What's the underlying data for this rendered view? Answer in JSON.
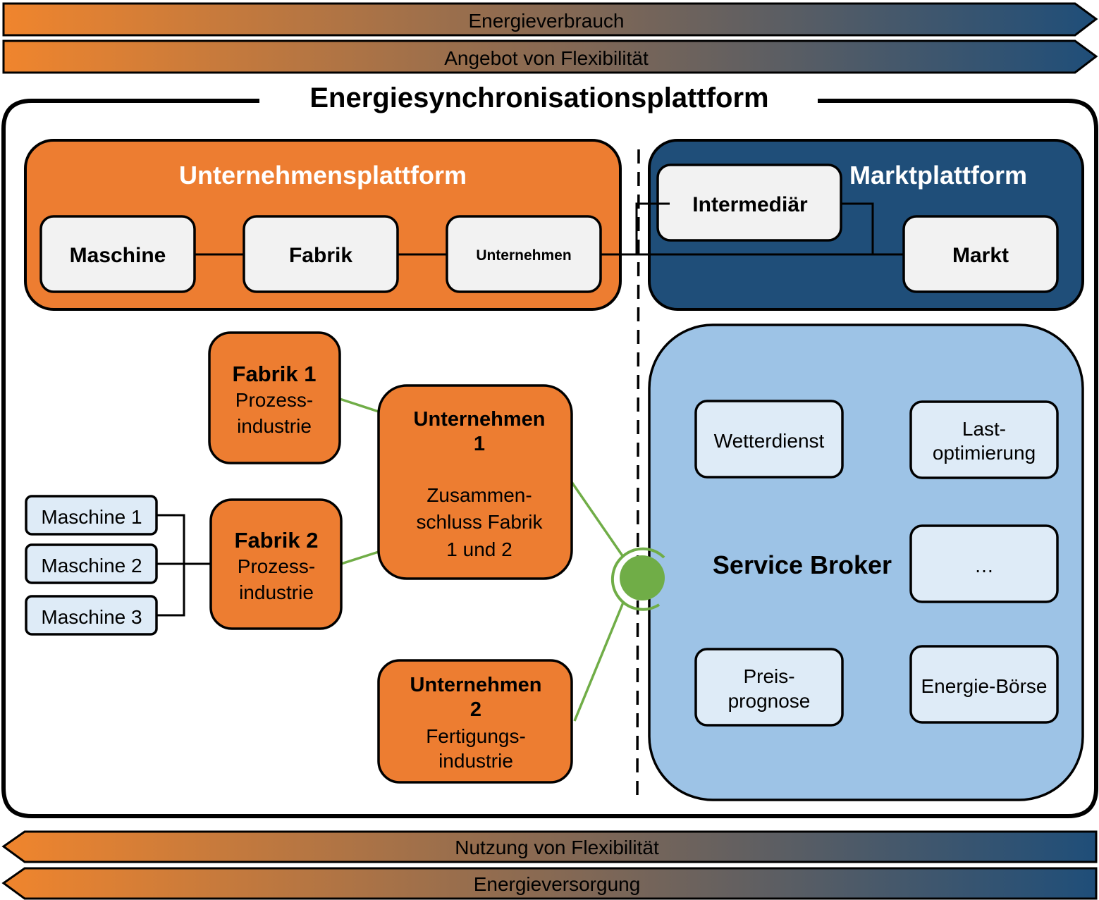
{
  "banners": {
    "top": [
      "Energieverbrauch",
      "Angebot von Flexibilität"
    ],
    "bottom": [
      "Nutzung von Flexibilität",
      "Energieversorgung"
    ],
    "gradient_start": "#f0852d",
    "gradient_end": "#1f4e79"
  },
  "platform": {
    "title": "Energiesynchronisationsplattform"
  },
  "company_platform": {
    "title": "Unternehmensplattform",
    "color": "#ed7d31",
    "items": [
      "Maschine",
      "Fabrik",
      "Unternehmen"
    ]
  },
  "market_platform": {
    "title": "Marktplattform",
    "color": "#1f4e79",
    "intermediary": "Intermediär",
    "market": "Markt"
  },
  "left": {
    "fabrik1": {
      "title": "Fabrik 1",
      "l1": "Prozess-",
      "l2": "industrie"
    },
    "fabrik2": {
      "title": "Fabrik 2",
      "l1": "Prozess-",
      "l2": "industrie"
    },
    "unternehmen1": {
      "t1": "Unternehmen",
      "t2": "1",
      "l1": "Zusammen-",
      "l2": "schluss Fabrik",
      "l3": "1 und 2"
    },
    "unternehmen2": {
      "t1": "Unternehmen",
      "t2": "2",
      "l1": "Fertigungs-",
      "l2": "industrie"
    },
    "machines": [
      "Maschine 1",
      "Maschine 2",
      "Maschine 3"
    ]
  },
  "service_broker": {
    "title": "Service Broker",
    "color": "#9dc3e6",
    "connector_color": "#70ad47",
    "services": {
      "wetter": "Wetterdienst",
      "last1": "Last-",
      "last2": "optimierung",
      "more": "…",
      "preis1": "Preis-",
      "preis2": "prognose",
      "boerse": "Energie-Börse"
    }
  }
}
